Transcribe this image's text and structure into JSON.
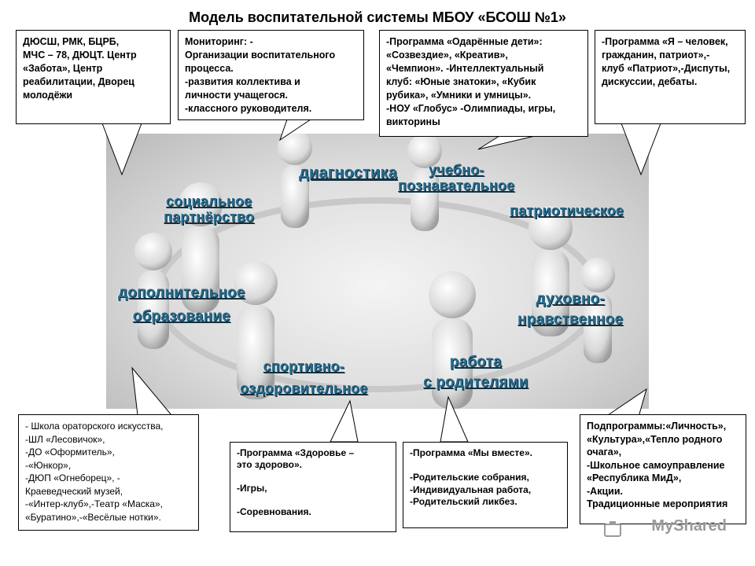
{
  "title": "Модель воспитательной системы МБОУ «БСОШ №1»",
  "boxes": {
    "partners": "ДЮСШ, РМК, БЦРБ,\nМЧС – 78, ДЮЦТ. Центр\n«Забота», Центр\nреабилитации, Дворец\nмолодёжи",
    "monitoring": "Мониторинг:            -\nОрганизации воспитательного\nпроцесса.\n-развития коллектива и\nличности учащегося.\n-классного руководителя.",
    "gifted": "-Программа «Одарённые дети»:\n«Созвездие», «Креатив»,\n«Чемпион».   -Интеллектуальный\nклуб: «Юные знатоки», «Кубик\nрубика», «Умники и умницы».\n-НОУ «Глобус» -Олимпиады, игры,\nвикторины",
    "patriot": "-Программа «Я – человек,\nгражданин, патриот»,-\nклуб «Патриот»,-Диспуты,\nдискуссии, дебаты.",
    "extra_edu": "- Школа ораторского искусства,\n-ШЛ «Лесовичок»,\n-ДО «Оформитель»,\n-«Юнкор»,\n-ДЮП «Огнеборец»,              -\nКраеведческий музей,\n-«Интер-клуб»,-Театр «Маска»,\n«Буратино»,-«Весёлые нотки».",
    "health": "-Программа «Здоровье –\nэто здорово».\n\n-Игры,\n\n-Соревнования.",
    "parents": "-Программа «Мы вместе».\n\n-Родительские собрания,\n-Индивидуальная работа,\n-Родительский ликбез.",
    "spiritual": "Подпрограммы:«Личность»,\n«Культура»,«Тепло родного\nочага»,\n-Школьное самоуправление\n«Республика МиД»,\n-Акции.\nТрадиционные мероприятия"
  },
  "labels": {
    "diagnostics": "диагностика",
    "educational": "учебно-\nпознавательное",
    "social": "социальное\nпартнёрство",
    "patriotic": "патриотическое",
    "additional": "дополнительное\nобразование",
    "spiritual": "духовно-\nнравственное",
    "sports": "спортивно-\nоздоровительное",
    "parents_work": "работа\nс родителями"
  },
  "watermark": "MyShared"
}
